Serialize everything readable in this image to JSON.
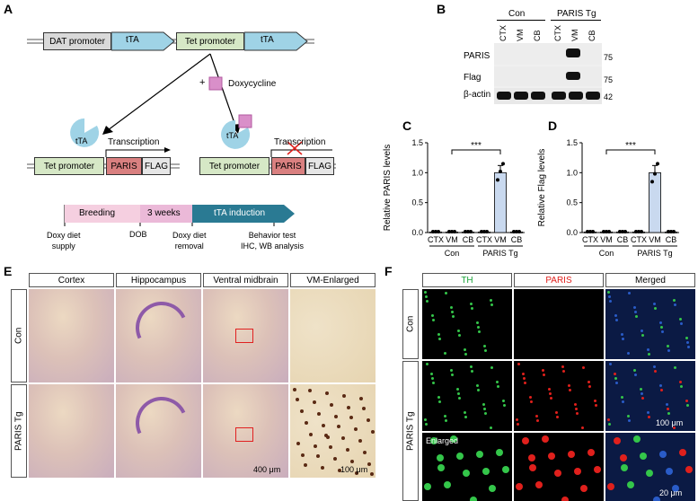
{
  "panels": {
    "A": "A",
    "B": "B",
    "C": "C",
    "D": "D",
    "E": "E",
    "F": "F"
  },
  "panelA": {
    "construct1": [
      "DAT promoter",
      "tTA",
      "Tet promoter",
      "tTA"
    ],
    "doxy": "Doxycycline",
    "plus": "+",
    "tta": "tTA",
    "transcription": "Transcription",
    "left_construct": [
      "Tet promoter",
      "PARIS",
      "FLAG"
    ],
    "right_construct": [
      "Tet promoter",
      "PARIS",
      "FLAG"
    ],
    "timeline": [
      "Breeding",
      "3 weeks",
      "tTA induction"
    ],
    "timeline_labels": [
      "Doxy diet\nsupply",
      "DOB",
      "Doxy diet\nremoval",
      "Behavior test\nIHC, WB analysis"
    ]
  },
  "panelB": {
    "groups": [
      "Con",
      "PARIS Tg"
    ],
    "lanes": [
      "CTX",
      "VM",
      "CB",
      "CTX",
      "VM",
      "CB"
    ],
    "rows": [
      "PARIS",
      "Flag",
      "β-actin"
    ],
    "markers": [
      "75",
      "75",
      "42"
    ]
  },
  "chart_data": [
    {
      "type": "bar",
      "ylabel": "Relative PARIS levels",
      "categories": [
        "CTX",
        "VM",
        "CB",
        "CTX",
        "VM",
        "CB"
      ],
      "groups": [
        "Con",
        "PARIS Tg"
      ],
      "values": [
        0.01,
        0.01,
        0.01,
        0.01,
        1.0,
        0.01
      ],
      "points": [
        [
          0,
          0,
          0
        ],
        [
          0,
          0,
          0
        ],
        [
          0,
          0,
          0
        ],
        [
          0,
          0,
          0
        ],
        [
          0.88,
          1.02,
          1.15
        ],
        [
          0,
          0,
          0
        ]
      ],
      "ylim": [
        0,
        1.5
      ],
      "yticks": [
        "0.0",
        "0.5",
        "1.0",
        "1.5"
      ],
      "significance": "***"
    },
    {
      "type": "bar",
      "ylabel": "Relative Flag levels",
      "categories": [
        "CTX",
        "VM",
        "CB",
        "CTX",
        "VM",
        "CB"
      ],
      "groups": [
        "Con",
        "PARIS Tg"
      ],
      "values": [
        0.01,
        0.01,
        0.01,
        0.01,
        1.0,
        0.01
      ],
      "points": [
        [
          0,
          0,
          0
        ],
        [
          0,
          0,
          0
        ],
        [
          0,
          0,
          0
        ],
        [
          0,
          0,
          0
        ],
        [
          0.85,
          0.98,
          1.15
        ],
        [
          0,
          0,
          0
        ]
      ],
      "ylim": [
        0,
        1.5
      ],
      "yticks": [
        "0.0",
        "0.5",
        "1.0",
        "1.5"
      ],
      "significance": "***"
    }
  ],
  "panelE": {
    "columns": [
      "Cortex",
      "Hippocampus",
      "Ventral midbrain",
      "VM-Enlarged"
    ],
    "rows": [
      "Con",
      "PARIS Tg"
    ],
    "scale1": "400 μm",
    "scale2": "100 μm"
  },
  "panelF": {
    "columns": [
      "TH",
      "PARIS",
      "Merged"
    ],
    "col_colors": [
      "#1aa33a",
      "#e0201c",
      "#000000"
    ],
    "groups": [
      "Con",
      "PARIS Tg"
    ],
    "enlarged": "Enlarged",
    "scale1": "100 μm",
    "scale2": "20 μm"
  }
}
